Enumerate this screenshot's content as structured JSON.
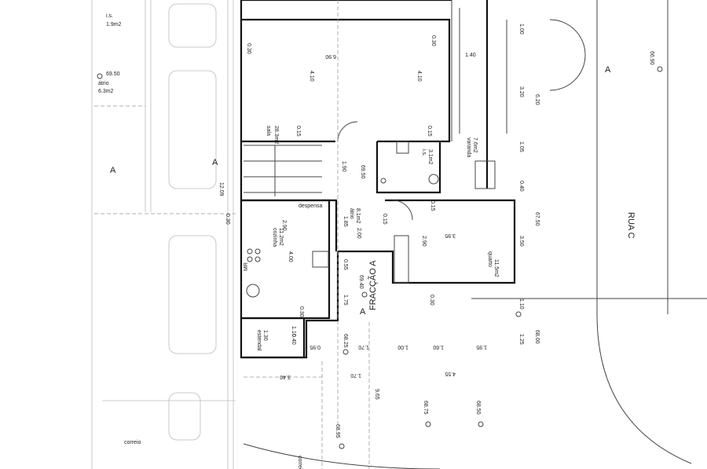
{
  "plan": {
    "title": "FRACÇÃO A",
    "street": "RUA C",
    "rooms": [
      {
        "name": "i.s.",
        "area": "1.9m2"
      },
      {
        "name": "átrio",
        "area": "6.3m2"
      },
      {
        "name": "sala",
        "area": "28.3m2"
      },
      {
        "name": "varanda",
        "area": "7.6m2"
      },
      {
        "name": "i.s.",
        "area": "3.1m2"
      },
      {
        "name": "despensa",
        "area": ""
      },
      {
        "name": "cozinha",
        "area": "11.2m2"
      },
      {
        "name": "átrio",
        "area": "8.1m2"
      },
      {
        "name": "quarto",
        "area": "11.5m2"
      },
      {
        "name": "estendal",
        "area": "1.30"
      }
    ],
    "levels": [
      "69.50",
      "69.50",
      "69.40",
      "66.90",
      "67.50",
      "68.00",
      "68.75",
      "68.50",
      "68.95",
      "68.25"
    ],
    "dims": [
      "6.90",
      "4.10",
      "4.10",
      "0.30",
      "0.30",
      "0.15",
      "0.15",
      "1.00",
      "1.40",
      "3.20",
      "6.20",
      "1.05",
      "0.40",
      "0.15",
      "12.09",
      "0.30",
      "2.90",
      "4.00",
      "1.90",
      "1.85",
      "2.00",
      "0.15",
      "3.95",
      "2.90",
      "3.50",
      "0.55",
      "1.75",
      "1.10",
      "1.25",
      "0.40",
      "0.95",
      "1.70",
      "1.00",
      "1.60",
      "1.95",
      "3.40",
      "1.70",
      "9.65",
      "4.55",
      "0.30",
      "0.30",
      "1.10"
    ],
    "labels": {
      "mr": "MR",
      "correio1": "correio",
      "correio2": "correio",
      "section": "A",
      "north": "A"
    }
  }
}
